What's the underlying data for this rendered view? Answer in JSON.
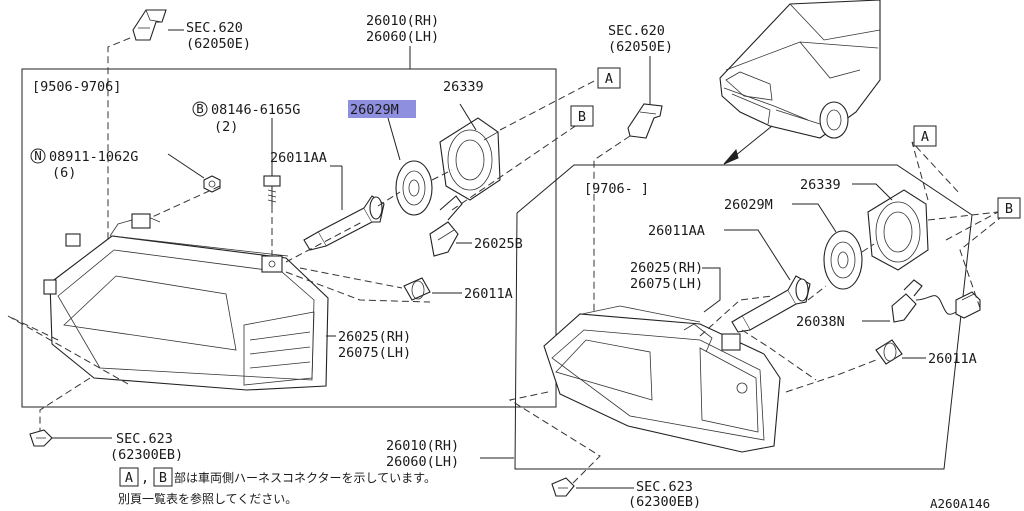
{
  "labels": {
    "sec620_top_left": "SEC.620",
    "sec620_top_left_code": "(62050E)",
    "part_26010_rh_top": "26010(RH)",
    "part_26060_lh_top": "26060(LH)",
    "sec620_right": "SEC.620",
    "sec620_right_code": "(62050E)",
    "date_range_left": "[9506-9706]",
    "bolt_code": "08146-6165G",
    "bolt_prefix": "B",
    "bolt_qty": "(2)",
    "part_26339_left": "26339",
    "part_26029m_left": "26029M",
    "nut_code": "08911-1062G",
    "nut_prefix": "N",
    "nut_qty": "(6)",
    "part_26011aa_left": "26011AA",
    "part_26025b": "26025B",
    "part_26011a_left": "26011A",
    "part_26025_rh_left": "26025(RH)",
    "part_26075_lh_left": "26075(LH)",
    "sec623_left": "SEC.623",
    "sec623_left_code": "(62300EB)",
    "conn_a": "A",
    "conn_b": "B",
    "date_range_right": "[9706-     ]",
    "part_26339_right": "26339",
    "part_26029m_right": "26029M",
    "part_26011aa_right": "26011AA",
    "part_26025_rh_right": "26025(RH)",
    "part_26075_lh_right": "26075(LH)",
    "part_26038n": "26038N",
    "part_26011a_right": "26011A",
    "part_26010_rh_bottom": "26010(RH)",
    "part_26060_lh_bottom": "26060(LH)",
    "sec623_right": "SEC.623",
    "sec623_right_code": "(62300EB)",
    "note_line1": "部は車両側ハーネスコネクターを示しています。",
    "note_line2": "別頁一覧表を参照してください。",
    "diagram_id": "A260A146"
  },
  "highlight_color": "#8f8fe0"
}
